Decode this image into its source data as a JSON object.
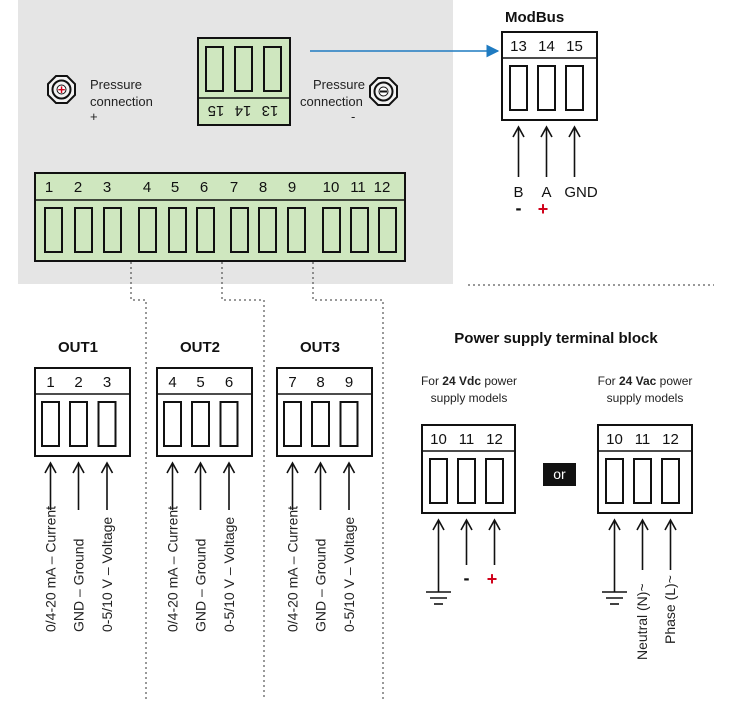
{
  "device": {
    "pressure_plus": {
      "line1": "Pressure",
      "line2": "connection",
      "line3": "+"
    },
    "pressure_minus": {
      "line1": "Pressure",
      "line2": "connection",
      "line3": "-"
    },
    "modbus_connector_pins": [
      "13",
      "14",
      "15"
    ],
    "main_terminal_pins": [
      "1",
      "2",
      "3",
      "4",
      "5",
      "6",
      "7",
      "8",
      "9",
      "10",
      "11",
      "12"
    ]
  },
  "modbus": {
    "title": "ModBus",
    "pins": [
      "13",
      "14",
      "15"
    ],
    "signals": [
      "B",
      "A",
      "GND"
    ],
    "polarity": [
      "-",
      "+",
      ""
    ]
  },
  "outputs": [
    {
      "title": "OUT1",
      "pins": [
        "1",
        "2",
        "3"
      ],
      "signals": [
        "0/4-20 mA – Current",
        "GND – Ground",
        "0-5/10 V – Voltage"
      ]
    },
    {
      "title": "OUT2",
      "pins": [
        "4",
        "5",
        "6"
      ],
      "signals": [
        "0/4-20 mA – Current",
        "GND – Ground",
        "0-5/10 V – Voltage"
      ]
    },
    {
      "title": "OUT3",
      "pins": [
        "7",
        "8",
        "9"
      ],
      "signals": [
        "0/4-20 mA – Current",
        "GND – Ground",
        "0-5/10 V – Voltage"
      ]
    }
  ],
  "power": {
    "title": "Power supply terminal block",
    "separator": "or",
    "dc": {
      "caption_pre": "For ",
      "caption_bold": "24 Vdc",
      "caption_post": " power",
      "caption_line2": "supply models",
      "pins": [
        "10",
        "11",
        "12"
      ],
      "signs": [
        "-",
        "+"
      ]
    },
    "ac": {
      "caption_pre": "For ",
      "caption_bold": "24 Vac",
      "caption_post": " power",
      "caption_line2": "supply models",
      "pins": [
        "10",
        "11",
        "12"
      ],
      "signals": [
        "Neutral (N)~",
        "Phase (L)~"
      ]
    }
  },
  "colors": {
    "panel": "#e5e5e5",
    "terminal_green": "#cfe7bf",
    "arrow_blue": "#1f7bc1",
    "plus_red": "#d0021b",
    "outline": "#111111"
  }
}
